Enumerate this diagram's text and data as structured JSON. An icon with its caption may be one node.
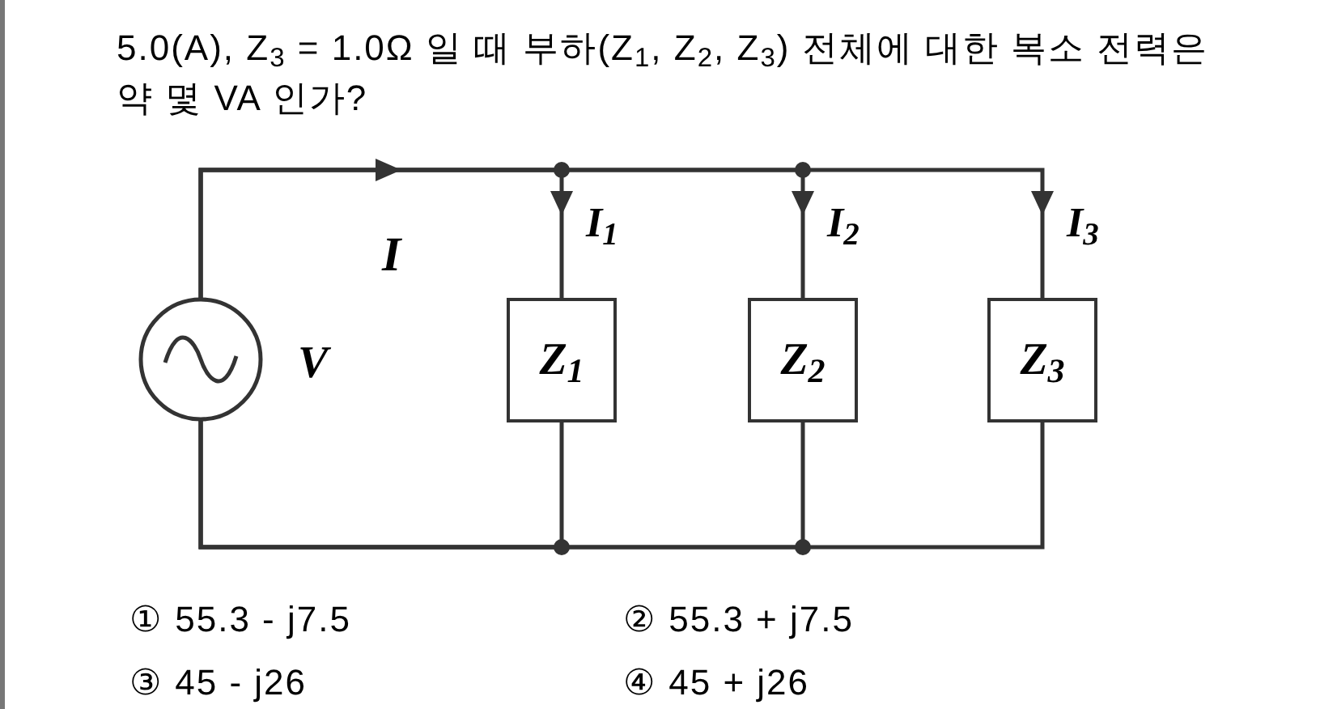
{
  "diagram": {
    "nodes": [
      {
        "text": [],
        "shape": "circle",
        "beside": [
          "V"
        ]
      },
      {
        "text": [
          "Z$_{1}$"
        ]
      },
      {
        "text": [
          "Z$_{2}$"
        ]
      },
      {
        "text": [
          "Z$_{3}$"
        ]
      }
    ],
    "edges": [
      {
        "from": 0,
        "to": 1,
        "arrow": "to"
      },
      {
        "from": 0,
        "to": 2,
        "arrow": "to"
      },
      {
        "from": 0,
        "to": 3,
        "arrow": "to"
      },
      {
        "from": 1,
        "to": 0,
        "arrow": "none"
      },
      {
        "from": 2,
        "to": 0,
        "arrow": "none"
      },
      {
        "from": 3,
        "to": 0,
        "arrow": "none"
      }
    ],
    "labels": [
      "5.0(A), Z$_{3}$ = 1.0Ω 일 때 부하(Z$_{1}$, Z$_{2}$, Z$_{3}$) 전체에 대한 복소 전력은 약 몇 VA 인가?",
      "I",
      "I$_{1}$",
      "I$_{2}$",
      "I$_{3}$",
      "① 55.3 - j7.5",
      "② 55.3 + j7.5",
      "③ 45 - j26",
      "④ 45 + j26"
    ]
  }
}
